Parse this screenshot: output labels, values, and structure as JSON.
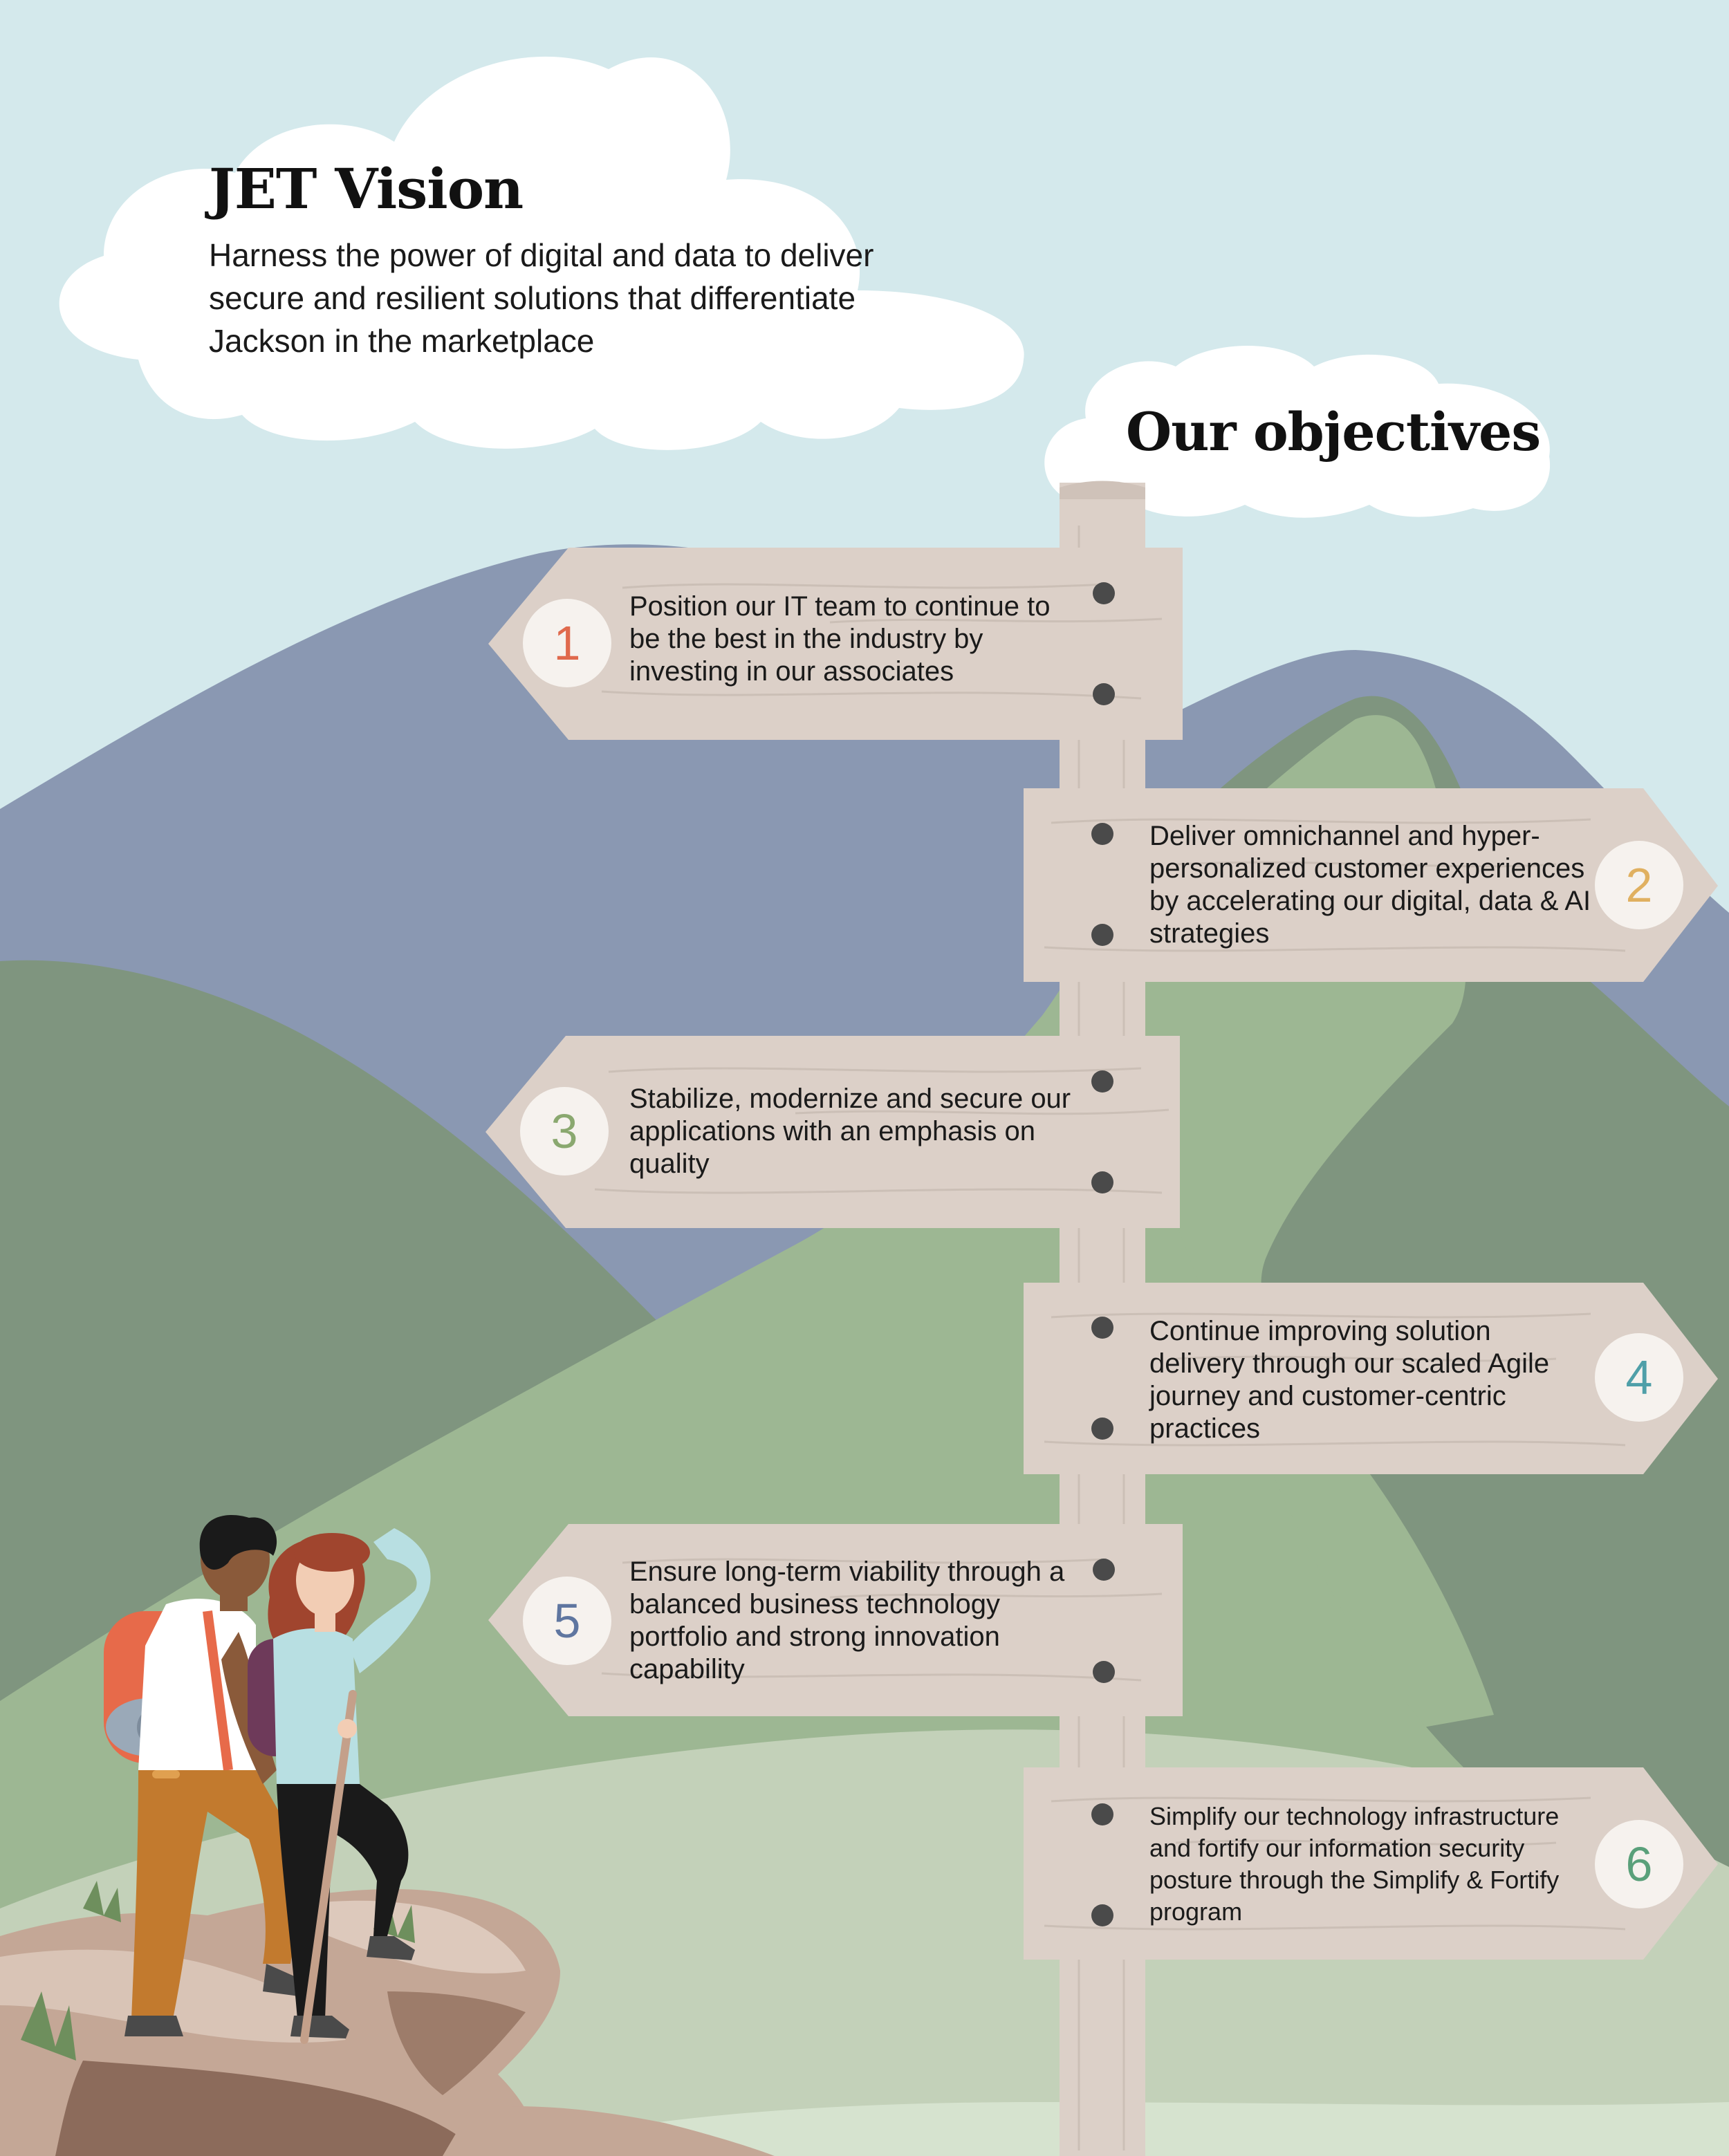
{
  "vision": {
    "title": "JET Vision",
    "text": "Harness the power of digital and data to deliver secure and resilient solutions that differentiate Jackson in the marketplace"
  },
  "objectives": {
    "title": "Our objectives",
    "items": [
      {
        "number": "1",
        "text": "Position our IT team to continue to be the best in the industry by investing in our associates",
        "color": "#e06a4d"
      },
      {
        "number": "2",
        "text": "Deliver omnichannel and hyper-personalized customer experiences by accelerating our digital, data & AI strategies",
        "color": "#e0b060"
      },
      {
        "number": "3",
        "text": "Stabilize, modernize and secure our applications with an emphasis on quality",
        "color": "#8aa86f"
      },
      {
        "number": "4",
        "text": "Continue improving solution delivery through our scaled Agile journey and customer-centric practices",
        "color": "#4f9fa8"
      },
      {
        "number": "5",
        "text": "Ensure long-term viability through a balanced business technology portfolio and strong innovation capability",
        "color": "#5f76a0"
      },
      {
        "number": "6",
        "text": "Simplify our technology infrastructure and fortify our information security posture through the Simplify & Fortify program",
        "color": "#5aa07a"
      }
    ]
  },
  "colors": {
    "sky": "#d4e9ec",
    "mountain_blue": "#8a98b2",
    "hill_green": "#9db793",
    "hill_dark": "#7f957f",
    "wood": "#dcd0c8"
  }
}
